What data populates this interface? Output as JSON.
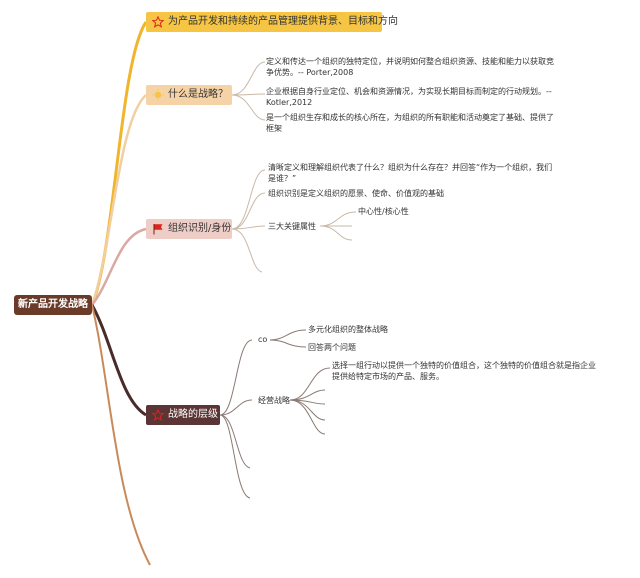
{
  "root": {
    "label": "新产品开发战略"
  },
  "branches": [
    {
      "label": "为产品开发和持续的产品管理提供背景、目标和方向",
      "icon": "star-icon",
      "color": "#f0b52c"
    },
    {
      "label": "什么是战略？",
      "icon": "sun-icon",
      "color": "#f2cfa0"
    },
    {
      "label": "组织识别/身份",
      "icon": "red-flag-icon",
      "color": "#d9a9a2"
    },
    {
      "label": "战略的层级",
      "icon": "star-icon",
      "color": "#4a2b2b"
    }
  ],
  "strategy_defs": [
    "定义和传达一个组织的独特定位，并说明如何整合组织资源、技能和能力以获取竞争优势。-- Porter,2008",
    "企业根据自身行业定位、机会和资源情况，为实现长期目标而制定的行动规划。-- Kotler,2012",
    "是一个组织生存和成长的核心所在，为组织的所有职能和活动奠定了基础、提供了框架"
  ],
  "identity": {
    "question": "清晰定义和理解组织代表了什么？组织为什么存在？并回答“作为一个组织，我们是谁？”",
    "basis": "组织识别是定义组织的愿景、使命、价值观的基础",
    "attributes_label": "三大关键属性",
    "attribute_items": [
      "中心性/核心性"
    ]
  },
  "levels": {
    "co_label": "co",
    "co_items": [
      "多元化组织的整体战略",
      "回答两个问题"
    ],
    "biz_label": "经营战略",
    "biz_desc": "选择一组行动以提供一个独特的价值组合，这个独特的价值组合就是指企业提供给特定市场的产品、服务。"
  }
}
